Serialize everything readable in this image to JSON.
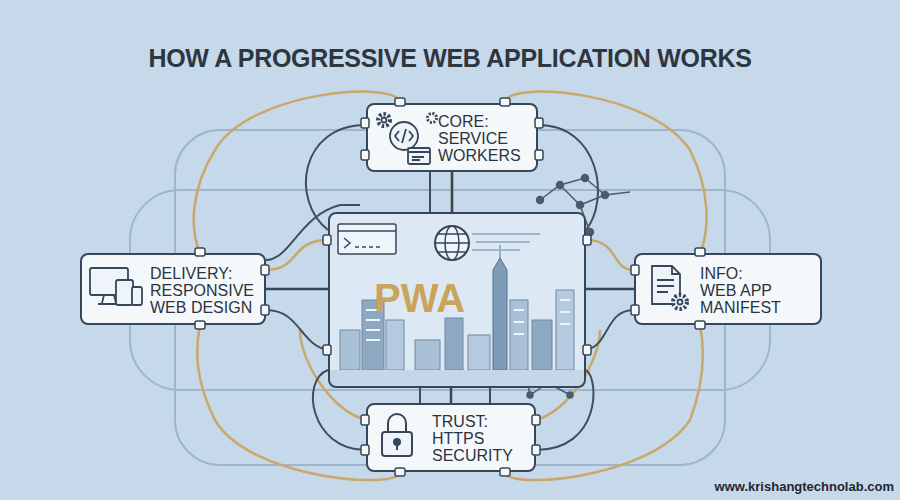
{
  "diagram": {
    "title": "HOW A PROGRESSIVE WEB APPLICATION WORKS",
    "nodes": [
      {
        "text": [
          "CORE: SERVICE WORKERS"
        ]
      },
      {
        "text": [
          "DELIVERY: RESPONSIVE WEB DESIGN"
        ]
      },
      {
        "text": [
          "PWA"
        ]
      },
      {
        "text": [
          "INFO: WEB APP MANIFEST"
        ]
      },
      {
        "text": [
          "TRUST: HTTPS SECURITY"
        ]
      }
    ],
    "edges": [
      {
        "from": 0,
        "to": 2,
        "arrow": "none"
      },
      {
        "from": 1,
        "to": 2,
        "arrow": "none"
      },
      {
        "from": 3,
        "to": 2,
        "arrow": "none"
      },
      {
        "from": 4,
        "to": 2,
        "arrow": "none"
      }
    ],
    "labels": [
      "www.krishangtechnolab.com"
    ]
  }
}
